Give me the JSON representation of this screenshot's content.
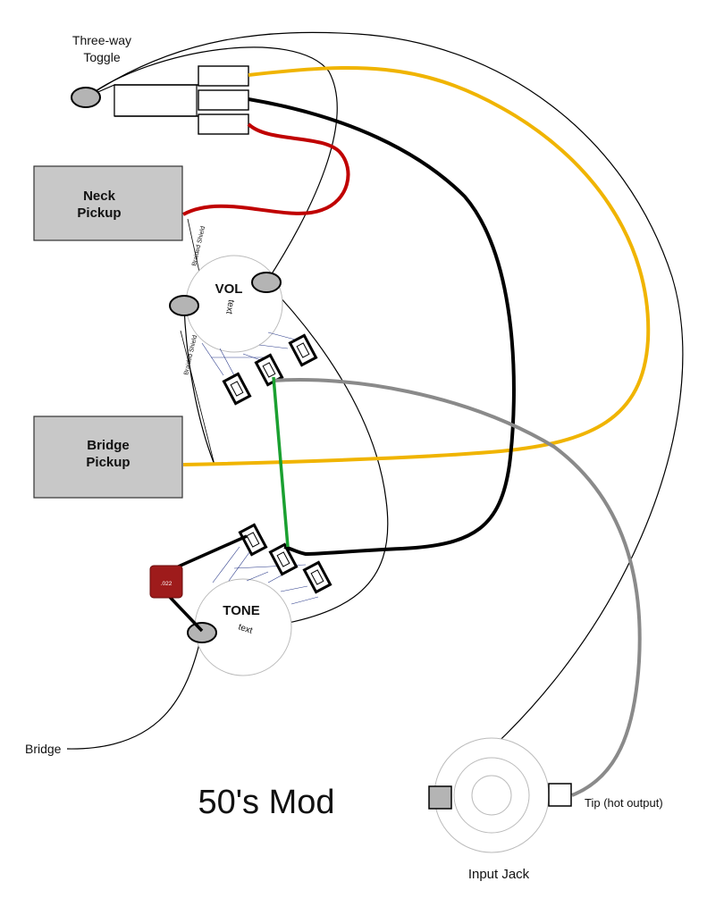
{
  "title": "50's Mod",
  "labels": {
    "toggle_line1": "Three-way",
    "toggle_line2": "Toggle",
    "neck_line1": "Neck",
    "neck_line2": "Pickup",
    "bridge_line1": "Bridge",
    "bridge_line2": "Pickup",
    "vol": "VOL",
    "vol_text": "text",
    "tone": "TONE",
    "tone_text": "text",
    "braided_shield_1": "Braided Shield",
    "braided_shield_2": "Braided Shield",
    "capacitor": ".022",
    "bridge_ground": "Bridge",
    "tip": "Tip (hot output)",
    "input_jack": "Input Jack"
  },
  "colors": {
    "yellow_wire": "#f0b400",
    "black_wire": "#000000",
    "red_wire": "#c00000",
    "gray_wire": "#8a8a8a",
    "green_wire": "#1aa030",
    "pickup_fill": "#c8c8c8",
    "capacitor_fill": "#9e1b1b",
    "lug_fill": "#b4b4b4"
  }
}
